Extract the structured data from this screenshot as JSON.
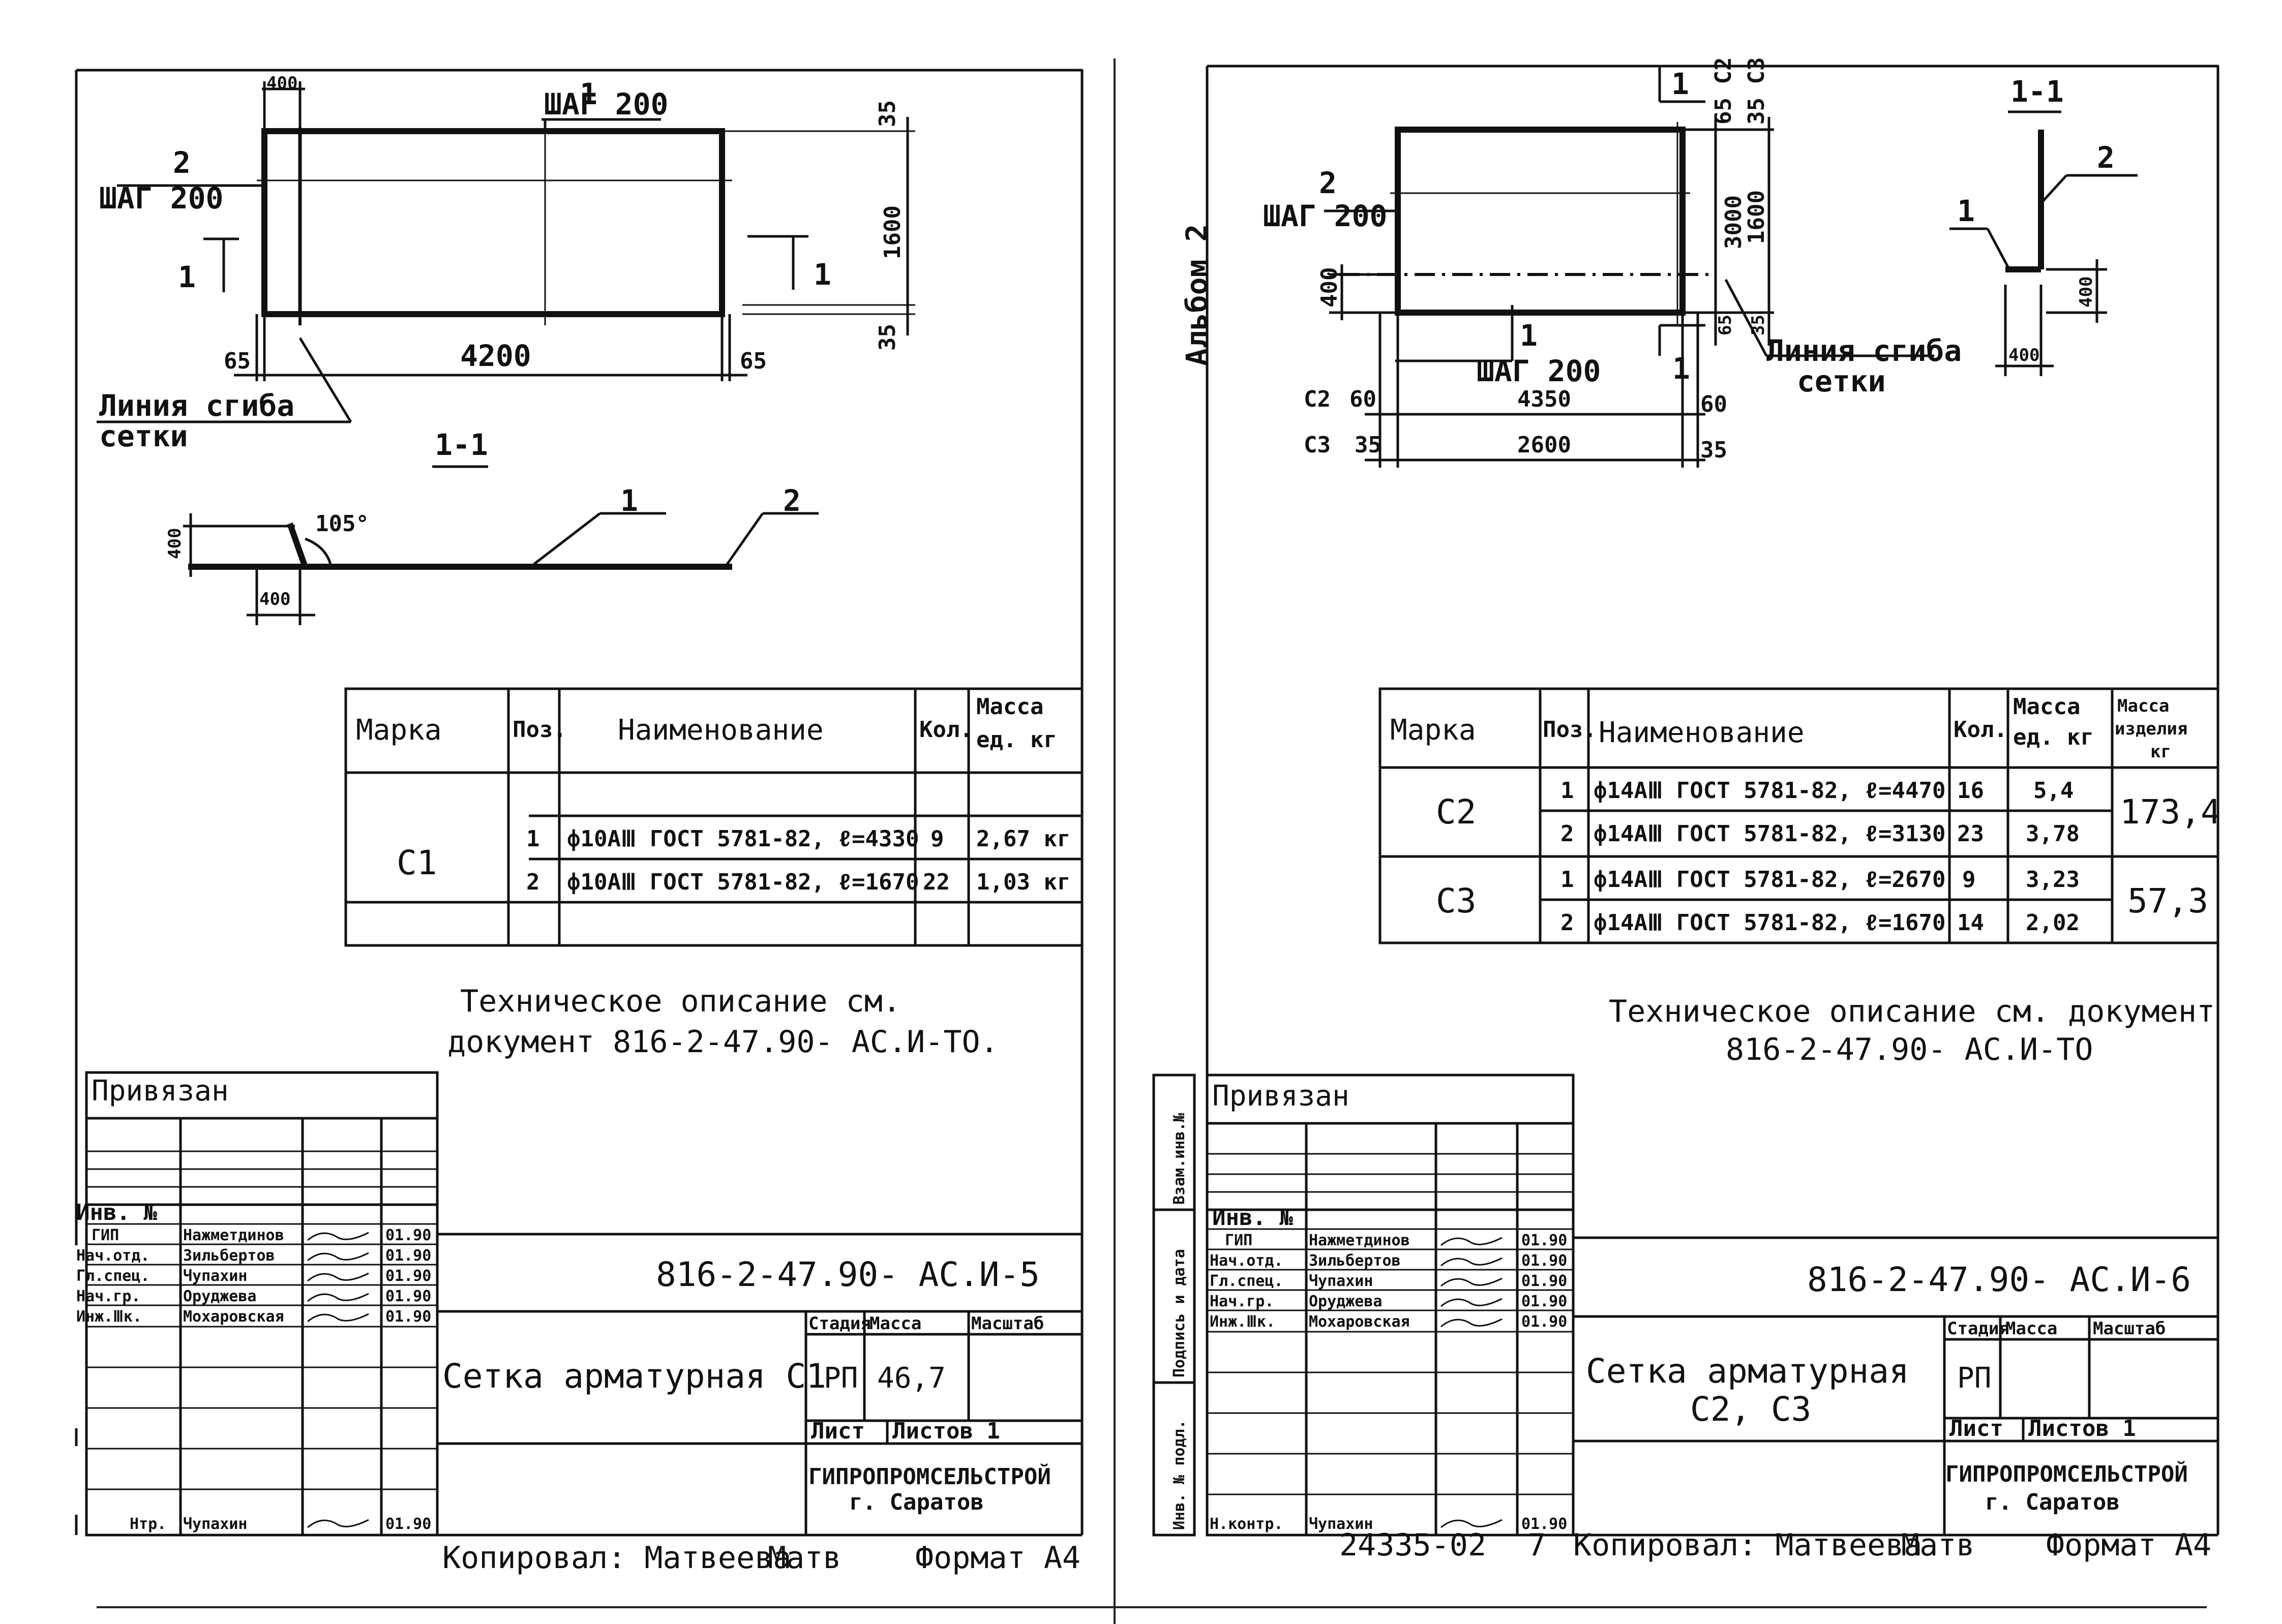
{
  "left": {
    "plan": {
      "dim_400": "400",
      "pos_1": "1",
      "step_top": "ШАГ 200",
      "dim_35_top": "35",
      "dim_1600": "1600",
      "dim_35_bot": "35",
      "pos_2": "2",
      "step_left": "ШАГ 200",
      "cut_left": "1",
      "cut_right": "1",
      "dim_65_l": "65",
      "dim_4200": "4200",
      "dim_65_r": "65",
      "bend_line_1": "Линия сгиба",
      "bend_line_2": "сетки"
    },
    "section": {
      "title": "1-1",
      "dim_400_v": "400",
      "angle": "105°",
      "pos_1": "1",
      "pos_2": "2",
      "dim_400_h": "400"
    },
    "spec": {
      "headers": [
        "Марка",
        "Поз.",
        "Наименование",
        "Кол.",
        "Масса",
        "ед. кг"
      ],
      "mark": "С1",
      "rows": [
        {
          "pos": "1",
          "name": "ф10АⅢ ГОСТ 5781-82, ℓ=4330",
          "qty": "9",
          "mass": "2,67 кг"
        },
        {
          "pos": "2",
          "name": "ф10АⅢ ГОСТ 5781-82, ℓ=1670",
          "qty": "22",
          "mass": "1,03 кг"
        }
      ]
    },
    "note_1": "Техническое описание см.",
    "note_2": "документ 816-2-47.90- АС.И-ТО.",
    "stamp": {
      "bound": "Привязан",
      "inv": "Инв. №",
      "roles": [
        "ГИП",
        "Нач.отд.",
        "Гл.спец.",
        "Нач.гр.",
        "Инж.Ⅲк."
      ],
      "names": [
        "Нажметдинов",
        "Зильбертов",
        "Чупахин",
        "Оруджева",
        "Мохаровская"
      ],
      "dates": [
        "01.90",
        "01.90",
        "01.90",
        "01.90",
        "01.90"
      ],
      "control_role": "Нтр.",
      "control_name": "Чупахин",
      "control_date": "01.90",
      "code": "816-2-47.90- АС.И-5",
      "title": "Сетка арматурная С1",
      "stage_hdr": "Стадия",
      "mass_hdr": "Масса",
      "scale_hdr": "Масштаб",
      "stage": "РП",
      "mass": "46,7",
      "sheet": "Лист",
      "sheets": "Листов 1",
      "org_1": "ГИПРОПРОМСЕЛЬСТРОЙ",
      "org_2": "г. Саратов"
    },
    "copied": "Копировал: Матвеева",
    "copied_sig": "Матв",
    "format": "Формат А4"
  },
  "right": {
    "album": "Альбом 2",
    "plan": {
      "cut_top": "1",
      "dim_65_c2": "65 С2",
      "dim_35_c3": "35 С3",
      "pos_2": "2",
      "step_left": "ШАГ 200",
      "dim_3000": "3000",
      "dim_1600": "1600",
      "dim_400": "400",
      "pos_1": "1",
      "step_bot": "ШАГ 200",
      "dim_4350": "4350",
      "dim_65": "65",
      "dim_35": "35",
      "cut_bot": "1",
      "bend_line_1": "Линия сгиба",
      "bend_line_2": "сетки",
      "c2": "С2",
      "c2_60": "60",
      "c3": "С3",
      "c3_35": "35",
      "dim_2600": "2600",
      "r_60": "60",
      "r_35": "35"
    },
    "section": {
      "title": "1-1",
      "pos_2": "2",
      "pos_1": "1",
      "dim_400_v": "400",
      "dim_400_h": "400"
    },
    "spec": {
      "headers": [
        "Марка",
        "Поз.",
        "Наименование",
        "Кол.",
        "Масса",
        "ед. кг",
        "Масса",
        "изделия",
        "кг"
      ],
      "groups": [
        {
          "mark": "С2",
          "total": "173,4",
          "rows": [
            {
              "pos": "1",
              "name": "ф14АⅢ ГОСТ 5781-82, ℓ=4470",
              "qty": "16",
              "mass": "5,4"
            },
            {
              "pos": "2",
              "name": "ф14АⅢ ГОСТ 5781-82, ℓ=3130",
              "qty": "23",
              "mass": "3,78"
            }
          ]
        },
        {
          "mark": "С3",
          "total": "57,3",
          "rows": [
            {
              "pos": "1",
              "name": "ф14АⅢ ГОСТ 5781-82, ℓ=2670",
              "qty": "9",
              "mass": "3,23"
            },
            {
              "pos": "2",
              "name": "ф14АⅢ ГОСТ 5781-82, ℓ=1670",
              "qty": "14",
              "mass": "2,02"
            }
          ]
        }
      ]
    },
    "note_1": "Техническое описание см. документ",
    "note_2": "816-2-47.90- АС.И-ТО",
    "side_1": "Взам.инв.№",
    "side_2": "Подпись и дата",
    "side_3": "Инв. № подл.",
    "stamp": {
      "bound": "Привязан",
      "inv": "Инв. №",
      "roles": [
        "ГИП",
        "Нач.отд.",
        "Гл.спец.",
        "Нач.гр.",
        "Инж.Ⅲк."
      ],
      "names": [
        "Нажметдинов",
        "Зильбертов",
        "Чупахин",
        "Оруджева",
        "Мохаровская"
      ],
      "dates": [
        "01.90",
        "01.90",
        "01.90",
        "01.90",
        "01.90"
      ],
      "control_role": "Н.контр.",
      "control_name": "Чупахин",
      "control_date": "01.90",
      "code": "816-2-47.90- АС.И-6",
      "title_1": "Сетка арматурная",
      "title_2": "С2, С3",
      "stage_hdr": "Стадия",
      "mass_hdr": "Масса",
      "scale_hdr": "Масштаб",
      "stage": "РП",
      "sheet": "Лист",
      "sheets": "Листов 1",
      "org_1": "ГИПРОПРОМСЕЛЬСТРОЙ",
      "org_2": "г. Саратов"
    },
    "number": "24335-02",
    "page": "7",
    "copied": "Копировал: Матвеева",
    "copied_sig": "Матв",
    "format": "Формат А4"
  }
}
